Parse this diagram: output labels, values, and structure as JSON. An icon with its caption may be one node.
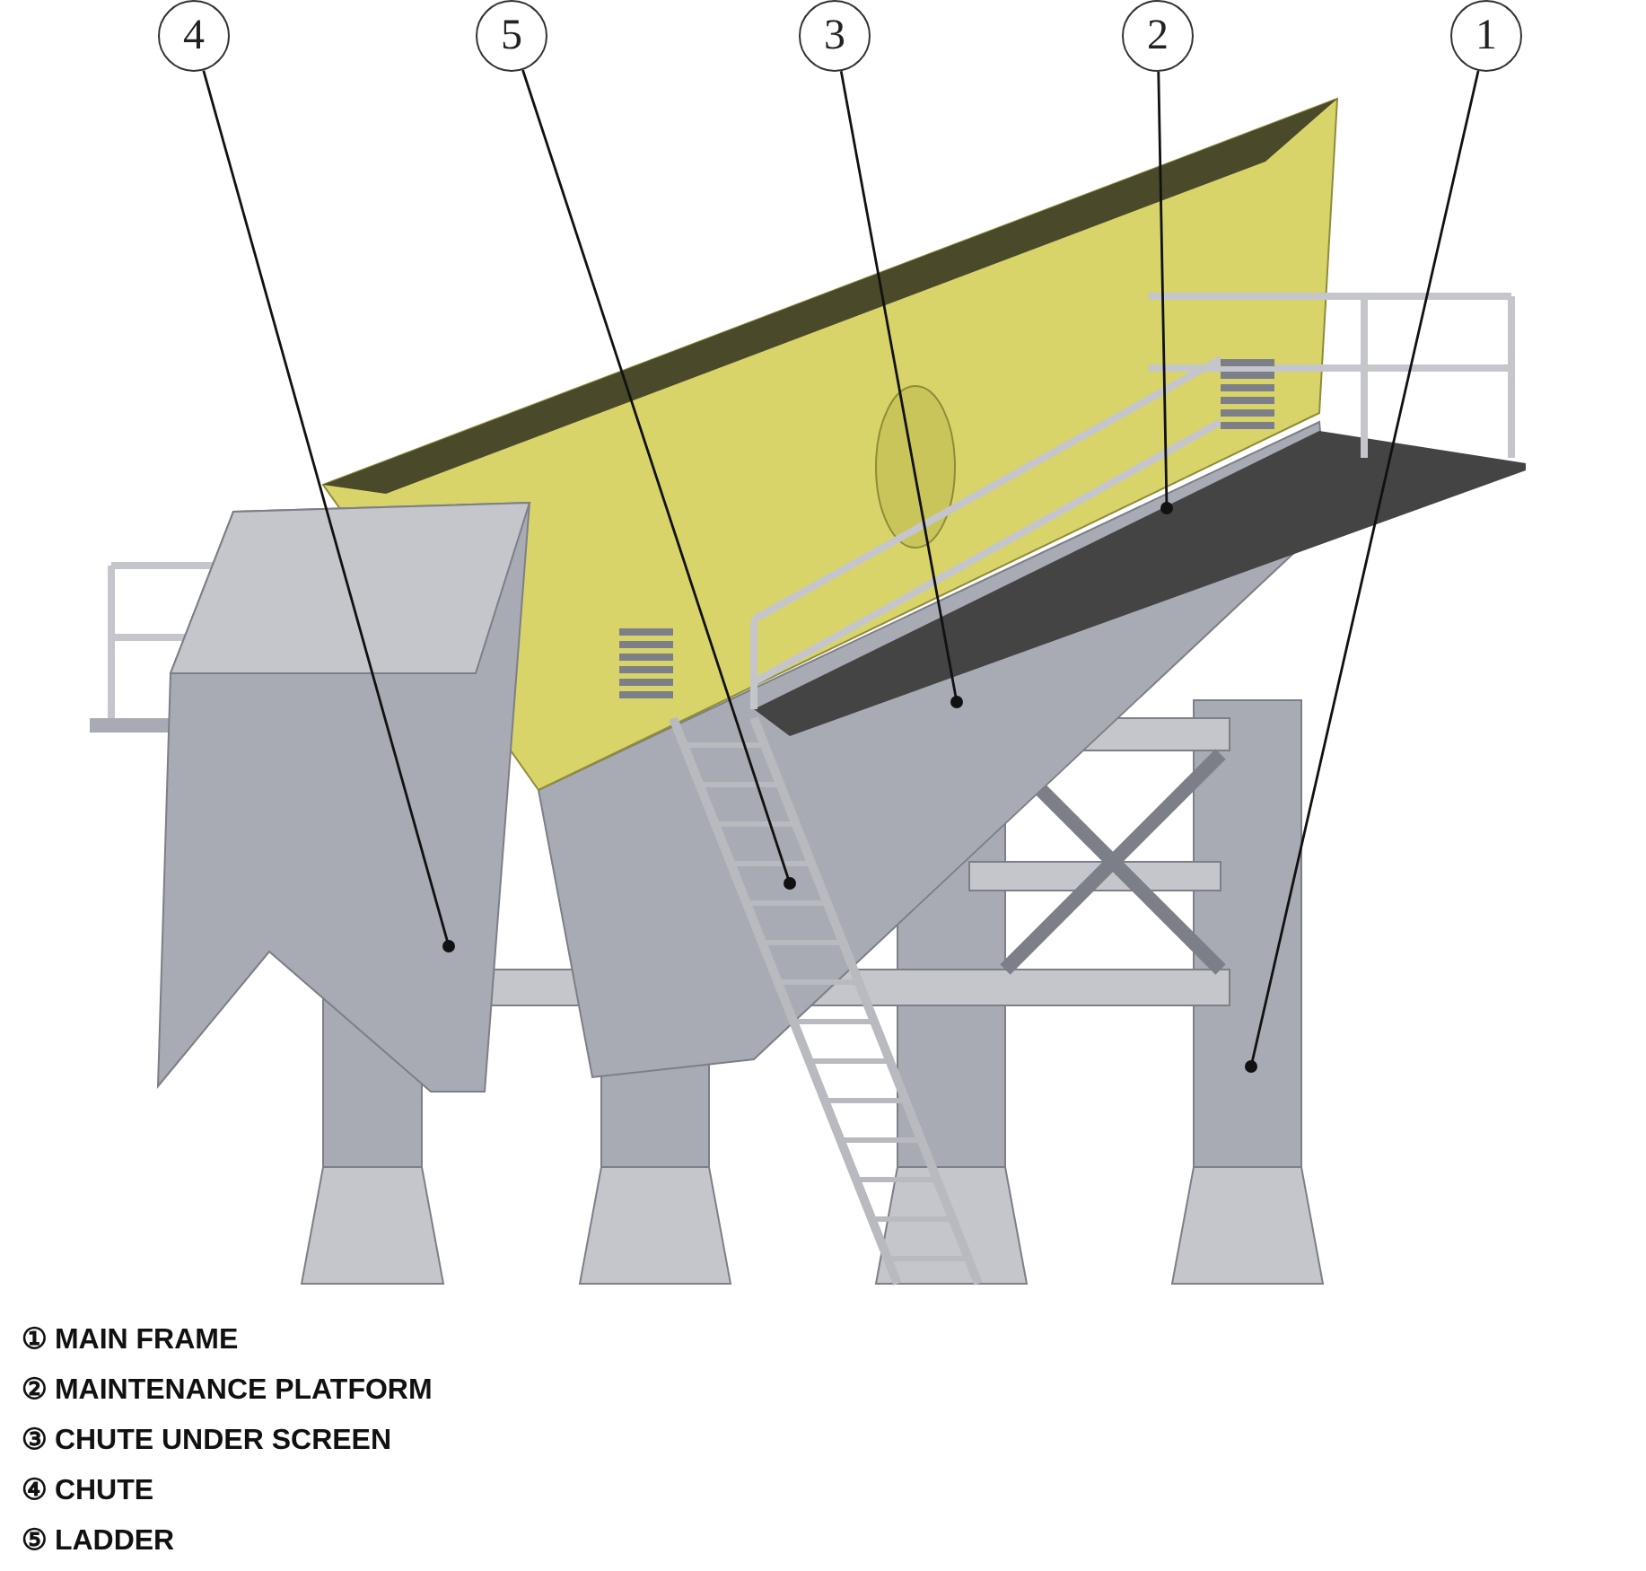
{
  "diagram": {
    "nodes": [
      {
        "text": [
          "4"
        ]
      },
      {
        "text": [
          "5"
        ]
      },
      {
        "text": [
          "3"
        ]
      },
      {
        "text": [
          "2"
        ]
      },
      {
        "text": [
          "1"
        ]
      }
    ],
    "edges": [
      {
        "from": 0,
        "to": null,
        "arrow": "other"
      },
      {
        "from": 1,
        "to": null,
        "arrow": "other"
      },
      {
        "from": 2,
        "to": null,
        "arrow": "other"
      },
      {
        "from": 3,
        "to": null,
        "arrow": "other"
      },
      {
        "from": 4,
        "to": null,
        "arrow": "other"
      }
    ],
    "labels": [
      "① MAIN FRAME",
      "② MAINTENANCE PLATFORM",
      "③ CHUTE UNDER SCREEN",
      "④ CHUTE",
      "⑤ LADDER"
    ]
  }
}
